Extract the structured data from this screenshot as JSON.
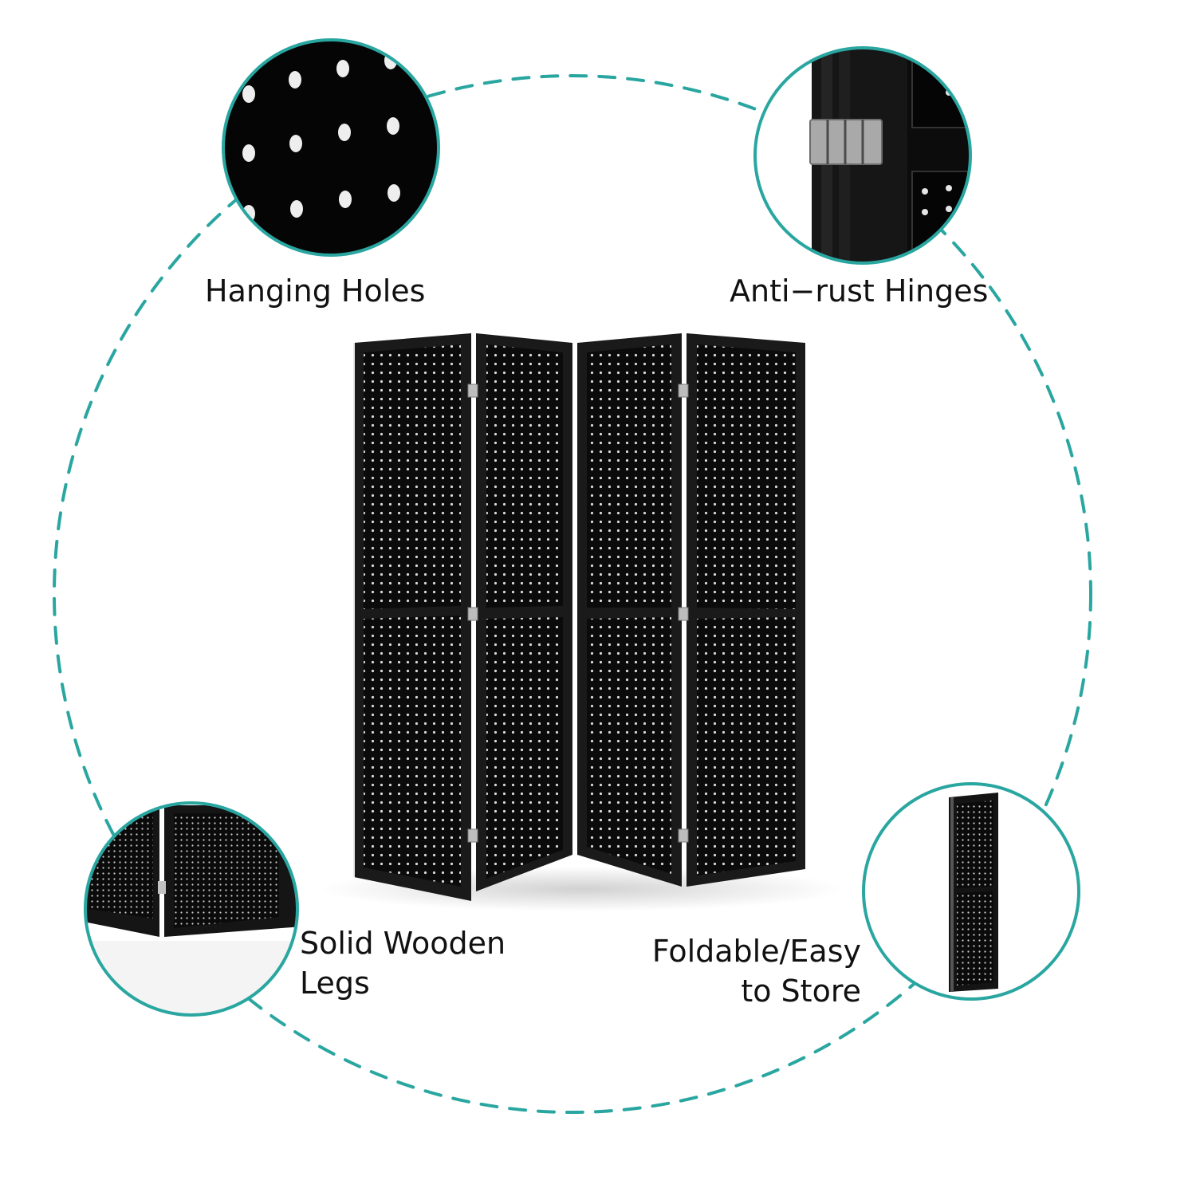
{
  "features": {
    "hanging_holes": {
      "label": "Hanging Holes"
    },
    "hinges": {
      "label": "Anti−rust Hinges"
    },
    "legs": {
      "line1": "Solid Wooden",
      "line2": "Legs"
    },
    "foldable": {
      "line1": "Foldable/Easy",
      "line2": "to Store"
    }
  },
  "colors": {
    "accent": "#2aa6a1",
    "panel": "#0b0b0b",
    "frame": "#1c1c1c",
    "background": "#ffffff"
  },
  "icons": {
    "hanging_holes": "pegboard-closeup-image",
    "hinges": "hinge-closeup-image",
    "legs": "panel-corner-closeup-image",
    "foldable": "folded-panel-image",
    "product": "four-panel-pegboard-divider-image"
  }
}
